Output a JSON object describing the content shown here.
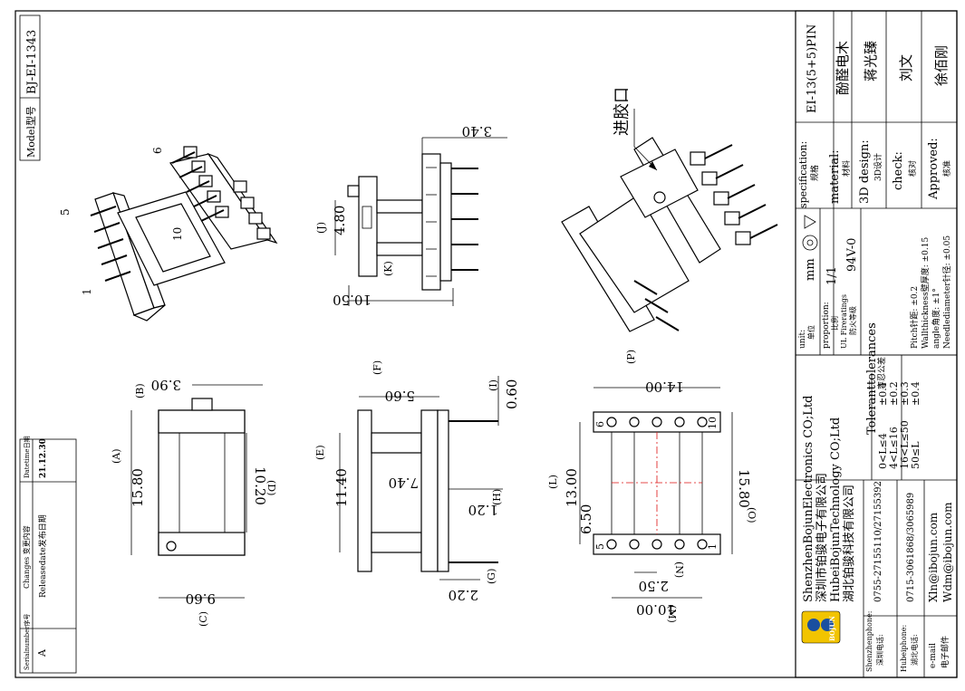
{
  "model": {
    "label": "Model型号",
    "value": "BJ-EI-1343"
  },
  "revision_table": {
    "headers": [
      "Serialnumber序号",
      "Changes 变更内容",
      "Datetime日期"
    ],
    "row": {
      "serial": "A",
      "change": "Releasedate发布日期",
      "date": "21.12.30"
    }
  },
  "views": {
    "top": {
      "dim_length": "15.80",
      "dim_length_tag": "(A)",
      "dim_width": "9.60",
      "dim_width_tag": "(C)",
      "dim_notch": "3.90",
      "dim_notch_tag": "(B)",
      "dim_inner": "10.20",
      "dim_inner_tag": "(D)"
    },
    "front": {
      "dim_height": "11.40",
      "dim_height_tag": "(E)",
      "dim_flange": "5.60",
      "dim_flange_tag": "(F)",
      "dim_core": "7.40",
      "dim_h": "1.20",
      "dim_h_tag": "(H)",
      "dim_g": "2.20",
      "dim_g_tag": "(G)",
      "dim_pin": "0.60",
      "dim_pin_tag": "(I)"
    },
    "side": {
      "dim_top": "3.40",
      "dim_j": "4.80",
      "dim_j_tag": "(J)",
      "dim_width": "10.50",
      "dim_k_tag": "(K)"
    },
    "bottom": {
      "dim_p": "14.00",
      "dim_p_tag": "(P)",
      "dim_l": "13.00",
      "dim_l_tag": "(L)",
      "dim_650": "6.50",
      "dim_o": "15.80",
      "dim_o_tag": "(O)",
      "dim_n": "2.50",
      "dim_n_tag": "(N)",
      "dim_m": "10.00",
      "dim_m_tag": "(M)",
      "pin_labels": {
        "p6": "6",
        "p10": "10",
        "p5": "5",
        "p1": "1"
      }
    },
    "iso": {
      "pin_labels": {
        "p6": "6",
        "p5": "5",
        "p10": "10",
        "p1": "1"
      }
    },
    "iso2": {
      "callout": "进胶口"
    }
  },
  "title_block": {
    "spec_label": "specification:",
    "spec_label_cn": "规格",
    "spec_value": "EI-13(5+5)PIN",
    "material_label": "material:",
    "material_label_cn": "材料",
    "material_value": "酚醛电木",
    "design_label": "3D design:",
    "design_label_cn": "3D设计",
    "design_value": "蒋光臻",
    "check_label": "check:",
    "check_label_cn": "核对",
    "check_value": "刘文",
    "approved_label": "Approved:",
    "approved_label_cn": "核准",
    "approved_value": "徐佰刚",
    "unit_label": "unit:",
    "unit_label_cn": "单位",
    "unit_value": "mm",
    "proportion_label": "proportion:",
    "proportion_label_cn": "比例",
    "proportion_value": "1/1",
    "fire_label": "UL Fireratings",
    "fire_label_cn": "防火等级",
    "fire_value": "94V-0",
    "tol_title": "Toleranttolerances",
    "tol_title_cn": "容忍公差",
    "tol_rows": [
      {
        "range": "0<L≤4",
        "tol": "±0.1"
      },
      {
        "range": "4<L≤16",
        "tol": "±0.2"
      },
      {
        "range": "16<L≤50",
        "tol": "±0.3"
      },
      {
        "range": "50≤L",
        "tol": "±0.4"
      }
    ],
    "tol_notes": [
      "Pitch针距: ±0.2",
      "Wallthickness壁厚度: ±0.15",
      "angle角度: ±1°",
      "Needlediameter针径: ±0.05"
    ],
    "company": [
      "ShenzhenBojunElectronics CO;Ltd",
      "深圳市铂骏电子有限公司",
      "HubeiBojunTechnology CO;Ltd",
      "湖北铂骏科技有限公司"
    ],
    "logo_text": "BOJUN",
    "contacts": [
      {
        "label": "Shenzhenphone:",
        "label_cn": "深圳电话:",
        "value": "0755-27155110/27155392"
      },
      {
        "label": "Hubeiphone:",
        "label_cn": "湖北电话:",
        "value": "0715-3061868/3065989"
      },
      {
        "label": "e-mail",
        "label_cn": "电子邮件",
        "value": "Xln@ibojun.com",
        "value2": "Wdm@ibojun.com"
      }
    ]
  }
}
